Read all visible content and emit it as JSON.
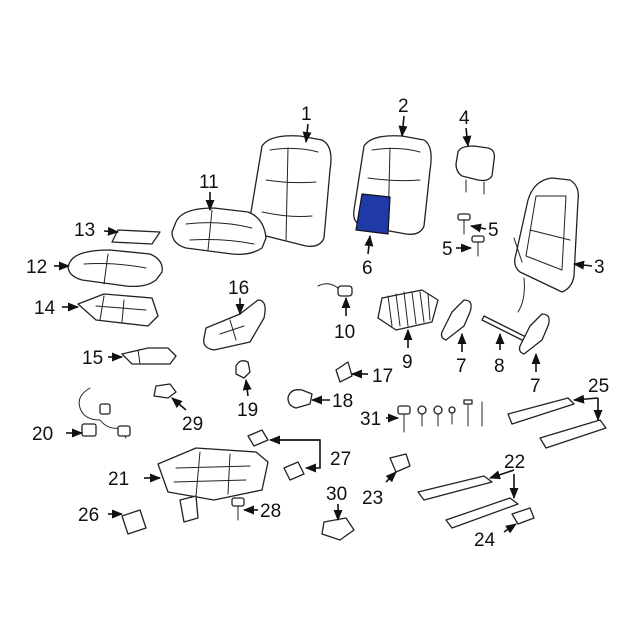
{
  "highlight_color": "#1f3aa8",
  "callouts": {
    "c1": "1",
    "c2": "2",
    "c3": "3",
    "c4": "4",
    "c5a": "5",
    "c5b": "5",
    "c6": "6",
    "c7a": "7",
    "c7b": "7",
    "c8": "8",
    "c9": "9",
    "c10": "10",
    "c11": "11",
    "c12": "12",
    "c13": "13",
    "c14": "14",
    "c15": "15",
    "c16": "16",
    "c17": "17",
    "c18": "18",
    "c19": "19",
    "c20": "20",
    "c21": "21",
    "c22": "22",
    "c23": "23",
    "c24": "24",
    "c25": "25",
    "c26": "26",
    "c27": "27",
    "c28": "28",
    "c29": "29",
    "c30": "30",
    "c31": "31"
  }
}
